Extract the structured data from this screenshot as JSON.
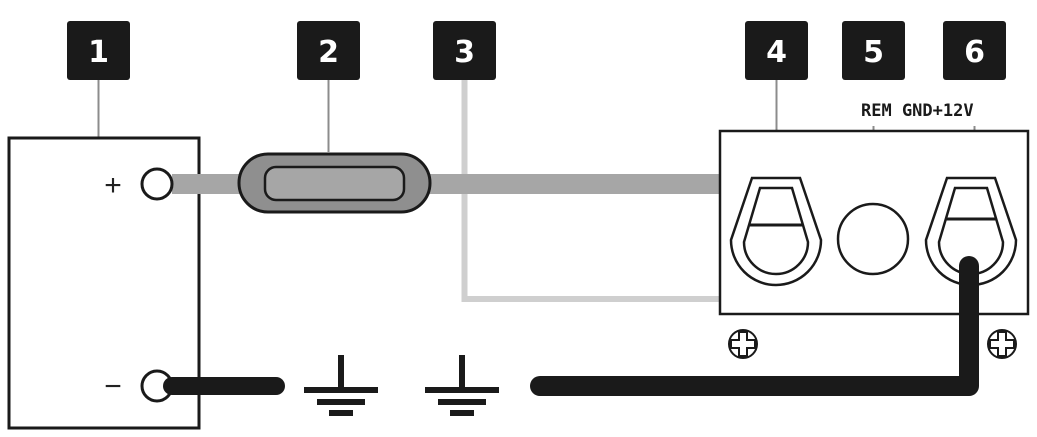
{
  "callouts": [
    "1",
    "2",
    "3",
    "4",
    "5",
    "6"
  ],
  "battery": {
    "plus": "+",
    "minus": "−"
  },
  "terminal_block": {
    "labels": "REM  GND+12V"
  },
  "colors": {
    "callout_bg": "#1a1a1a",
    "callout_text": "#ffffff",
    "power_wire": "#a6a6a6",
    "remote_wire": "#cfcfcf",
    "ground_wire": "#1a1a1a",
    "outline": "#1a1a1a"
  },
  "icons": [
    "ground-symbol-icon",
    "screw-icon",
    "fuse-icon"
  ]
}
